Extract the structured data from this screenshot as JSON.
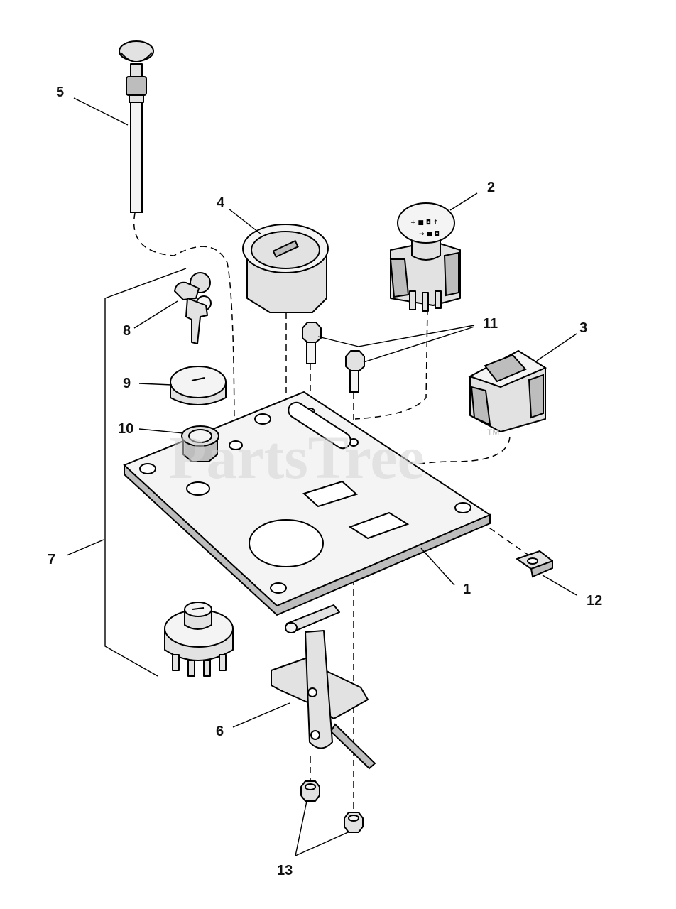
{
  "diagram": {
    "callouts": {
      "c1": "1",
      "c2": "2",
      "c3": "3",
      "c4": "4",
      "c5": "5",
      "c6": "6",
      "c7": "7",
      "c8": "8",
      "c9": "9",
      "c10": "10",
      "c11": "11",
      "c12": "12",
      "c13": "13"
    },
    "watermark": "PartsTree",
    "trademark": "TM"
  }
}
